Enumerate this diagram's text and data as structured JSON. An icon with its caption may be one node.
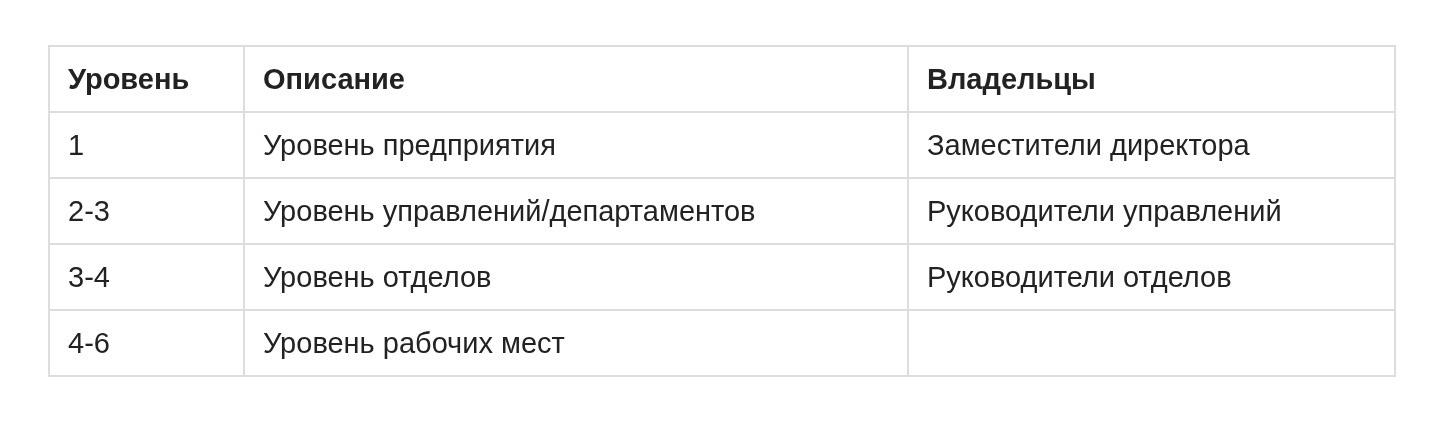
{
  "diagram": {
    "labels": [
      "Уровень",
      "Описание",
      "Владельцы",
      "1",
      "Уровень предприятия",
      "Заместители директора",
      "2-3",
      "Уровень управлений/департаментов",
      "Руководители управлений",
      "3-4",
      "Уровень отделов",
      "Руководители отделов",
      "4-6",
      "Уровень рабочих мест"
    ]
  }
}
